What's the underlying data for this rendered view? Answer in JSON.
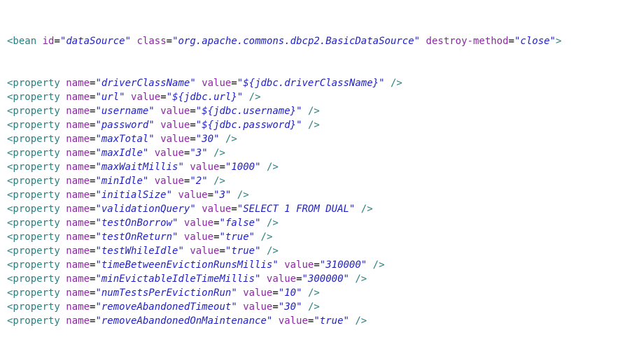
{
  "theme": {
    "tag_color": "#2a7f7f",
    "attr_color": "#8a2aa0",
    "value_color": "#1f1fc8",
    "background": "#ffffff"
  },
  "bean": {
    "open": "<bean",
    "attrs": [
      {
        "name": "id",
        "value": "\"dataSource\""
      },
      {
        "name": "class",
        "value": "\"org.apache.commons.dbcp2.BasicDataSource\""
      },
      {
        "name": "destroy-method",
        "value": "\"close\""
      }
    ],
    "close": ">"
  },
  "properties": [
    {
      "tag": "<property",
      "name_attr": "name",
      "name": "\"driverClassName\"",
      "value_attr": "value",
      "value": "\"${jdbc.driverClassName}\"",
      "end": "/>"
    },
    {
      "tag": "<property",
      "name_attr": "name",
      "name": "\"url\"",
      "value_attr": "value",
      "value": "\"${jdbc.url}\"",
      "end": "/>"
    },
    {
      "tag": "<property",
      "name_attr": "name",
      "name": "\"username\"",
      "value_attr": "value",
      "value": "\"${jdbc.username}\"",
      "end": "/>"
    },
    {
      "tag": "<property",
      "name_attr": "name",
      "name": "\"password\"",
      "value_attr": "value",
      "value": "\"${jdbc.password}\"",
      "end": "/>"
    },
    {
      "tag": "<property",
      "name_attr": "name",
      "name": "\"maxTotal\"",
      "value_attr": "value",
      "value": "\"30\"",
      "end": "/>"
    },
    {
      "tag": "<property",
      "name_attr": "name",
      "name": "\"maxIdle\"",
      "value_attr": "value",
      "value": "\"3\"",
      "end": "/>"
    },
    {
      "tag": "<property",
      "name_attr": "name",
      "name": "\"maxWaitMillis\"",
      "value_attr": "value",
      "value": "\"1000\"",
      "end": "/>"
    },
    {
      "tag": "<property",
      "name_attr": "name",
      "name": "\"minIdle\"",
      "value_attr": "value",
      "value": "\"2\"",
      "end": "/>"
    },
    {
      "tag": "<property",
      "name_attr": "name",
      "name": "\"initialSize\"",
      "value_attr": "value",
      "value": "\"3\"",
      "end": "/>"
    },
    {
      "tag": "<property",
      "name_attr": "name",
      "name": "\"validationQuery\"",
      "value_attr": "value",
      "value": "\"SELECT 1 FROM DUAL\"",
      "end": "/>"
    },
    {
      "tag": "<property",
      "name_attr": "name",
      "name": "\"testOnBorrow\"",
      "value_attr": "value",
      "value": "\"false\"",
      "end": "/>"
    },
    {
      "tag": "<property",
      "name_attr": "name",
      "name": "\"testOnReturn\"",
      "value_attr": "value",
      "value": "\"true\"",
      "end": "/>"
    },
    {
      "tag": "<property",
      "name_attr": "name",
      "name": "\"testWhileIdle\"",
      "value_attr": "value",
      "value": "\"true\"",
      "end": "/>"
    },
    {
      "tag": "<property",
      "name_attr": "name",
      "name": "\"timeBetweenEvictionRunsMillis\"",
      "value_attr": "value",
      "value": "\"310000\"",
      "end": "/>"
    },
    {
      "tag": "<property",
      "name_attr": "name",
      "name": "\"minEvictableIdleTimeMillis\"",
      "value_attr": "value",
      "value": "\"300000\"",
      "end": "/>"
    },
    {
      "tag": "<property",
      "name_attr": "name",
      "name": "\"numTestsPerEvictionRun\"",
      "value_attr": "value",
      "value": "\"10\"",
      "end": "/>"
    },
    {
      "tag": "<property",
      "name_attr": "name",
      "name": "\"removeAbandonedTimeout\"",
      "value_attr": "value",
      "value": "\"30\"",
      "end": "/>"
    },
    {
      "tag": "<property",
      "name_attr": "name",
      "name": "\"removeAbandonedOnMaintenance\"",
      "value_attr": "value",
      "value": "\"true\"",
      "end": "/>"
    }
  ]
}
